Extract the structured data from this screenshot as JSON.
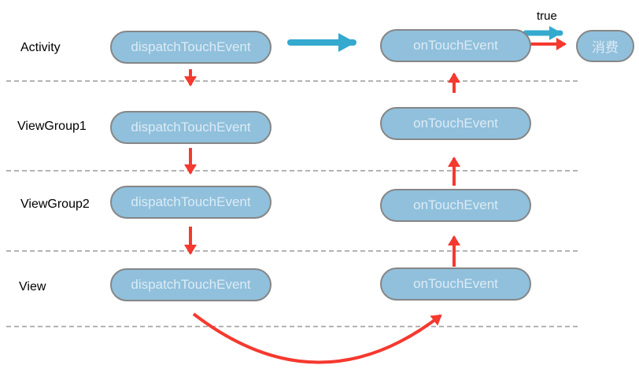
{
  "diagram": {
    "title_implicit": "Android touch event dispatch flow",
    "rows": [
      {
        "label": "Activity",
        "dispatch": "dispatchTouchEvent",
        "ontouch": "onTouchEvent"
      },
      {
        "label": "ViewGroup1",
        "dispatch": "dispatchTouchEvent",
        "ontouch": "onTouchEvent"
      },
      {
        "label": "ViewGroup2",
        "dispatch": "dispatchTouchEvent",
        "ontouch": "onTouchEvent"
      },
      {
        "label": "View",
        "dispatch": "dispatchTouchEvent",
        "ontouch": "onTouchEvent"
      }
    ],
    "true_label": "true",
    "consume_label": "消费",
    "colors": {
      "pill_fill": "#90c0dc",
      "pill_border": "#868686",
      "pill_text": "#dcebf5",
      "red_arrow": "#f5392f",
      "blue_arrow": "#35a9ce",
      "divider": "#b3b3b3",
      "label_text": "#000000",
      "background": "#ffffff"
    }
  }
}
